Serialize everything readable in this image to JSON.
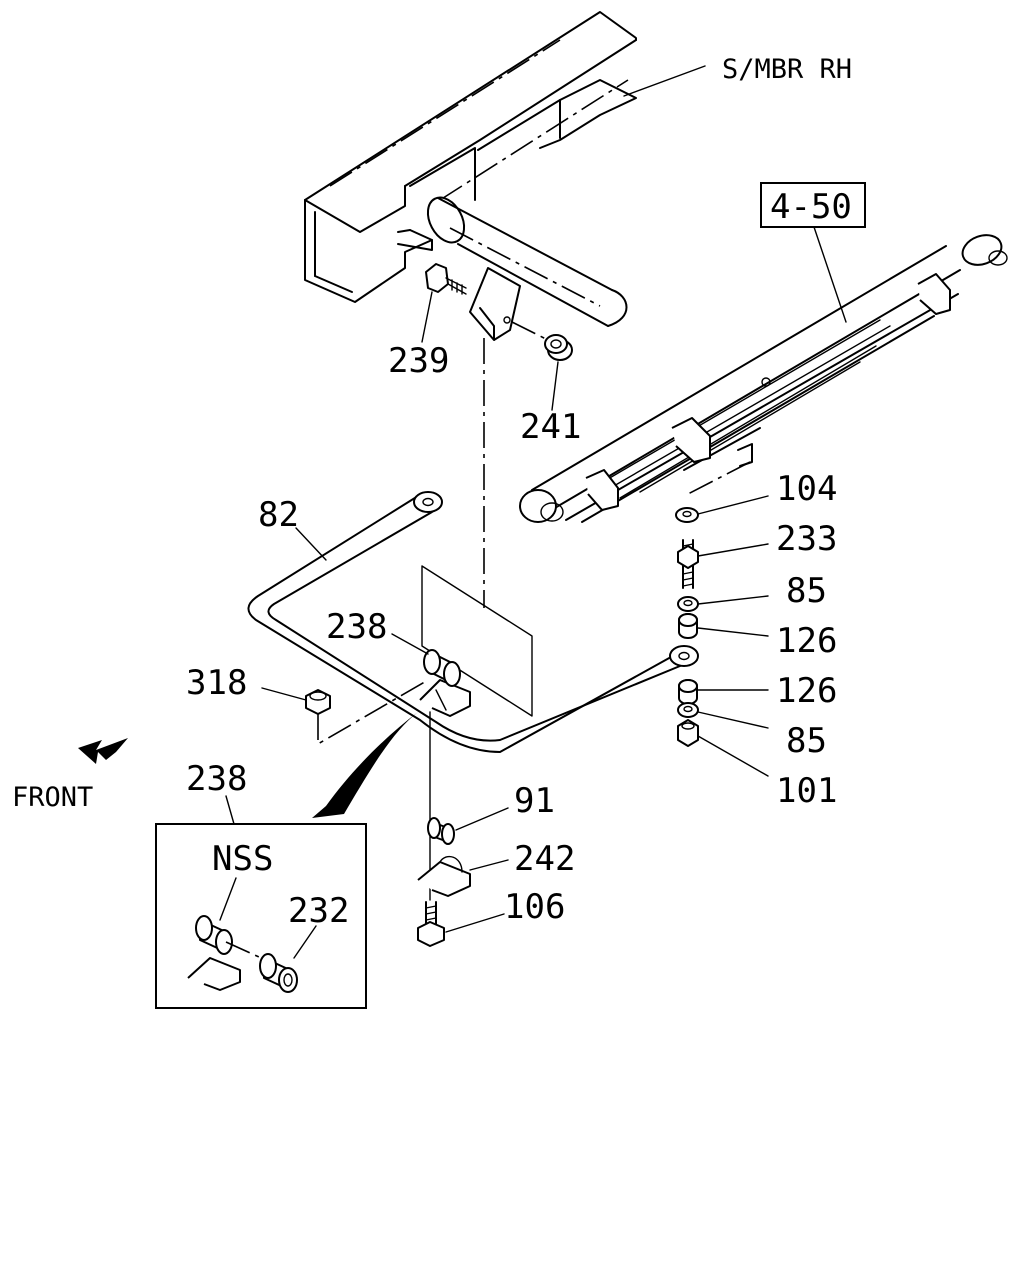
{
  "labels": {
    "frame": "S/MBR RH",
    "spring_ref": "4-50",
    "p239": "239",
    "p241": "241",
    "p82": "82",
    "p104": "104",
    "p233": "233",
    "p85a": "85",
    "p126a": "126",
    "p126b": "126",
    "p85b": "85",
    "p101": "101",
    "p238": "238",
    "p318": "318",
    "p91": "91",
    "p242": "242",
    "p106": "106",
    "p238_inset": "238",
    "nss": "NSS",
    "p232": "232",
    "front": "FRONT"
  }
}
